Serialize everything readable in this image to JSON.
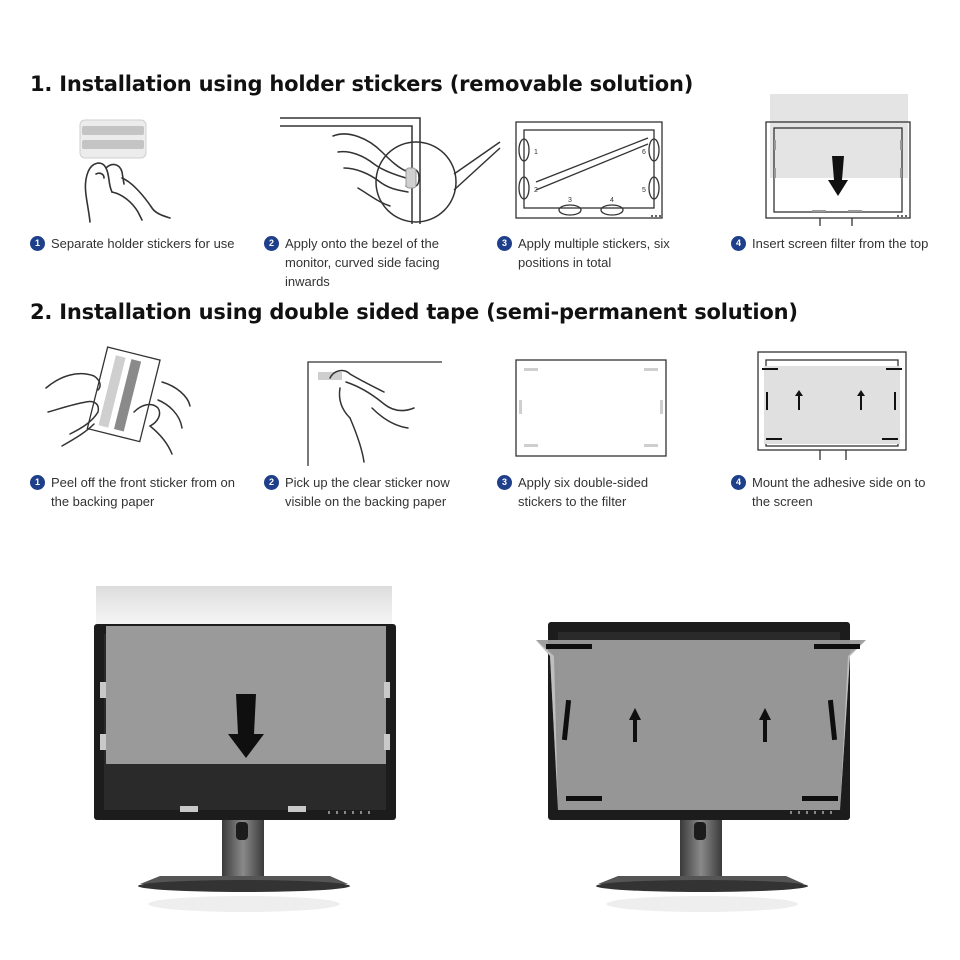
{
  "section1": {
    "title": "1. Installation using holder stickers (removable solution)",
    "steps": [
      {
        "num": "1",
        "text": "Separate holder stickers for use"
      },
      {
        "num": "2",
        "text": "Apply onto the bezel of the monitor, curved side facing inwards"
      },
      {
        "num": "3",
        "text": "Apply multiple stickers, six positions in total"
      },
      {
        "num": "4",
        "text": "Insert screen filter from the top"
      }
    ],
    "position_labels": [
      "1",
      "2",
      "3",
      "4",
      "5",
      "6"
    ]
  },
  "section2": {
    "title": "2. Installation using double sided tape (semi-permanent solution)",
    "steps": [
      {
        "num": "1",
        "text": "Peel off the front sticker from on the backing paper"
      },
      {
        "num": "2",
        "text": "Pick up the clear sticker now visible on the backing paper"
      },
      {
        "num": "3",
        "text": "Apply six double-sided stickers to the filter"
      },
      {
        "num": "4",
        "text": "Mount the adhesive side on to the screen"
      }
    ]
  },
  "colors": {
    "badge": "#1e3f8a",
    "line_art": "#333333",
    "filter_gray": "#9a9a9a",
    "bezel": "#1c1c1c"
  },
  "icons": [
    "hand-icon",
    "arrow-down-icon",
    "arrow-up-icon",
    "sticker-icon",
    "monitor-icon"
  ]
}
